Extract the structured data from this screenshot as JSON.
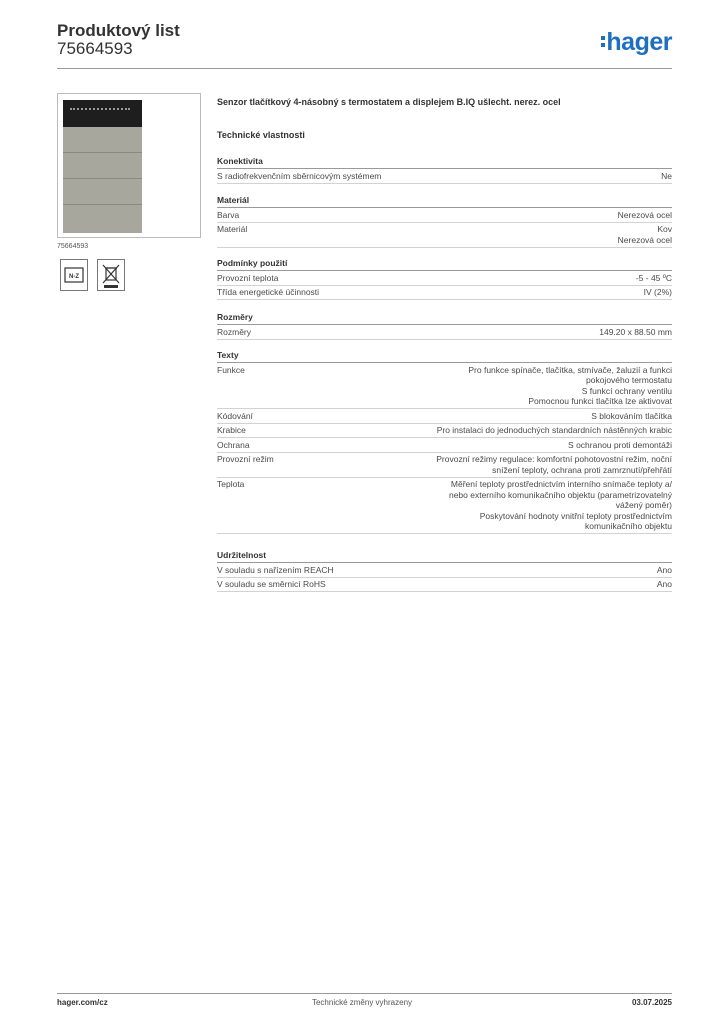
{
  "header": {
    "title": "Produktový list",
    "number": "75664593",
    "logo": "hager"
  },
  "image": {
    "caption": "75664593",
    "icons": [
      "nfc-label-icon",
      "weee-crossed-bin-icon"
    ]
  },
  "product": {
    "title": "Senzor tlačítkový 4-násobný s termostatem a displejem B.IQ ušlecht. nerez. ocel"
  },
  "tech_heading": "Technické vlastnosti",
  "sections": [
    {
      "name": "Konektivita",
      "rows": [
        {
          "k": "S radiofrekvenčním sběrnicovým systémem",
          "v": [
            "Ne"
          ]
        }
      ]
    },
    {
      "name": "Materiál",
      "rows": [
        {
          "k": "Barva",
          "v": [
            "Nerezová ocel"
          ]
        },
        {
          "k": "Materiál",
          "v": [
            "Kov",
            "Nerezová ocel"
          ]
        }
      ]
    },
    {
      "name": "Podmínky použití",
      "rows": [
        {
          "k": "Provozní teplota",
          "v": [
            "-5 - 45 ºC"
          ]
        },
        {
          "k": "Třída energetické účinnosti",
          "v": [
            "IV (2%)"
          ]
        }
      ]
    },
    {
      "name": "Rozměry",
      "rows": [
        {
          "k": "Rozměry",
          "v": [
            "149.20 x 88.50 mm"
          ]
        }
      ]
    },
    {
      "name": "Texty",
      "rows": [
        {
          "k": "Funkce",
          "v": [
            "Pro funkce spínače, tlačítka, stmívače, žaluzií a funkci",
            "pokojového termostatu",
            "S funkcí ochrany ventilu",
            "Pomocnou funkci tlačítka lze aktivovat"
          ]
        },
        {
          "k": "Kódování",
          "v": [
            "S blokováním tlačítka"
          ]
        },
        {
          "k": "Krabice",
          "v": [
            "Pro instalaci do jednoduchých standardních nástěnných krabic"
          ]
        },
        {
          "k": "Ochrana",
          "v": [
            "S ochranou proti demontáži"
          ]
        },
        {
          "k": "Provozní režim",
          "v": [
            "Provozní režimy regulace: komfortní pohotovostní režim, noční",
            "snížení teploty, ochrana proti zamrznutí/přehřátí"
          ]
        },
        {
          "k": "Teplota",
          "v": [
            "Měření teploty prostřednictvím interního snímače teploty a/",
            "nebo externího komunikačního objektu (parametrizovatelný",
            "vážený poměr)",
            "Poskytování hodnoty vnitřní teploty prostřednictvím",
            "komunikačního objektu"
          ]
        }
      ]
    },
    {
      "name": "Udržitelnost",
      "rows": [
        {
          "k": "V souladu s nařízením REACH",
          "v": [
            "Ano"
          ]
        },
        {
          "k": "V souladu se směrnicí RoHS",
          "v": [
            "Ano"
          ]
        }
      ]
    }
  ],
  "footer": {
    "left": "hager.com/cz",
    "center": "Technické změny vyhrazeny",
    "right": "03.07.2025"
  }
}
